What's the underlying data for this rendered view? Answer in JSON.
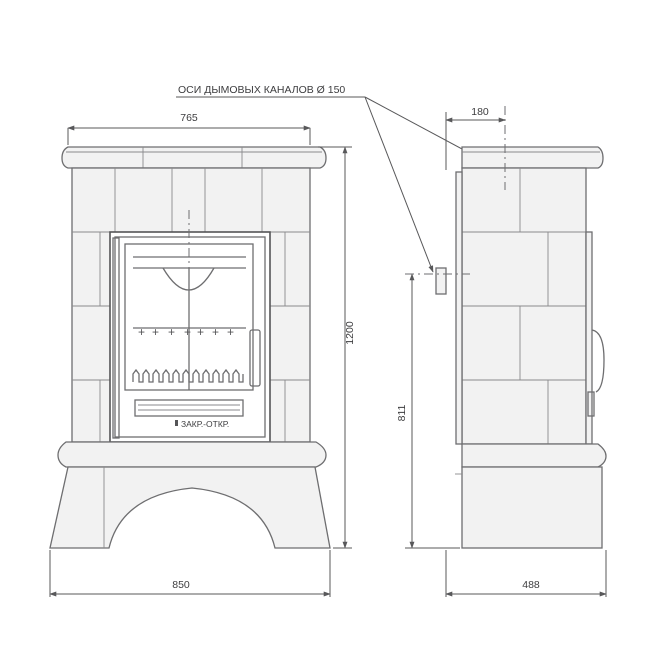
{
  "labels": {
    "flue_axes": "ОСИ ДЫМОВЫХ КАНАЛОВ Ø 150",
    "damper": "ЗАКР.-ОТКР."
  },
  "dimensions": {
    "top_width": "765",
    "base_width": "850",
    "total_height": "1200",
    "side_flue_offset": "180",
    "side_depth": "488",
    "side_flue_height": "811"
  }
}
